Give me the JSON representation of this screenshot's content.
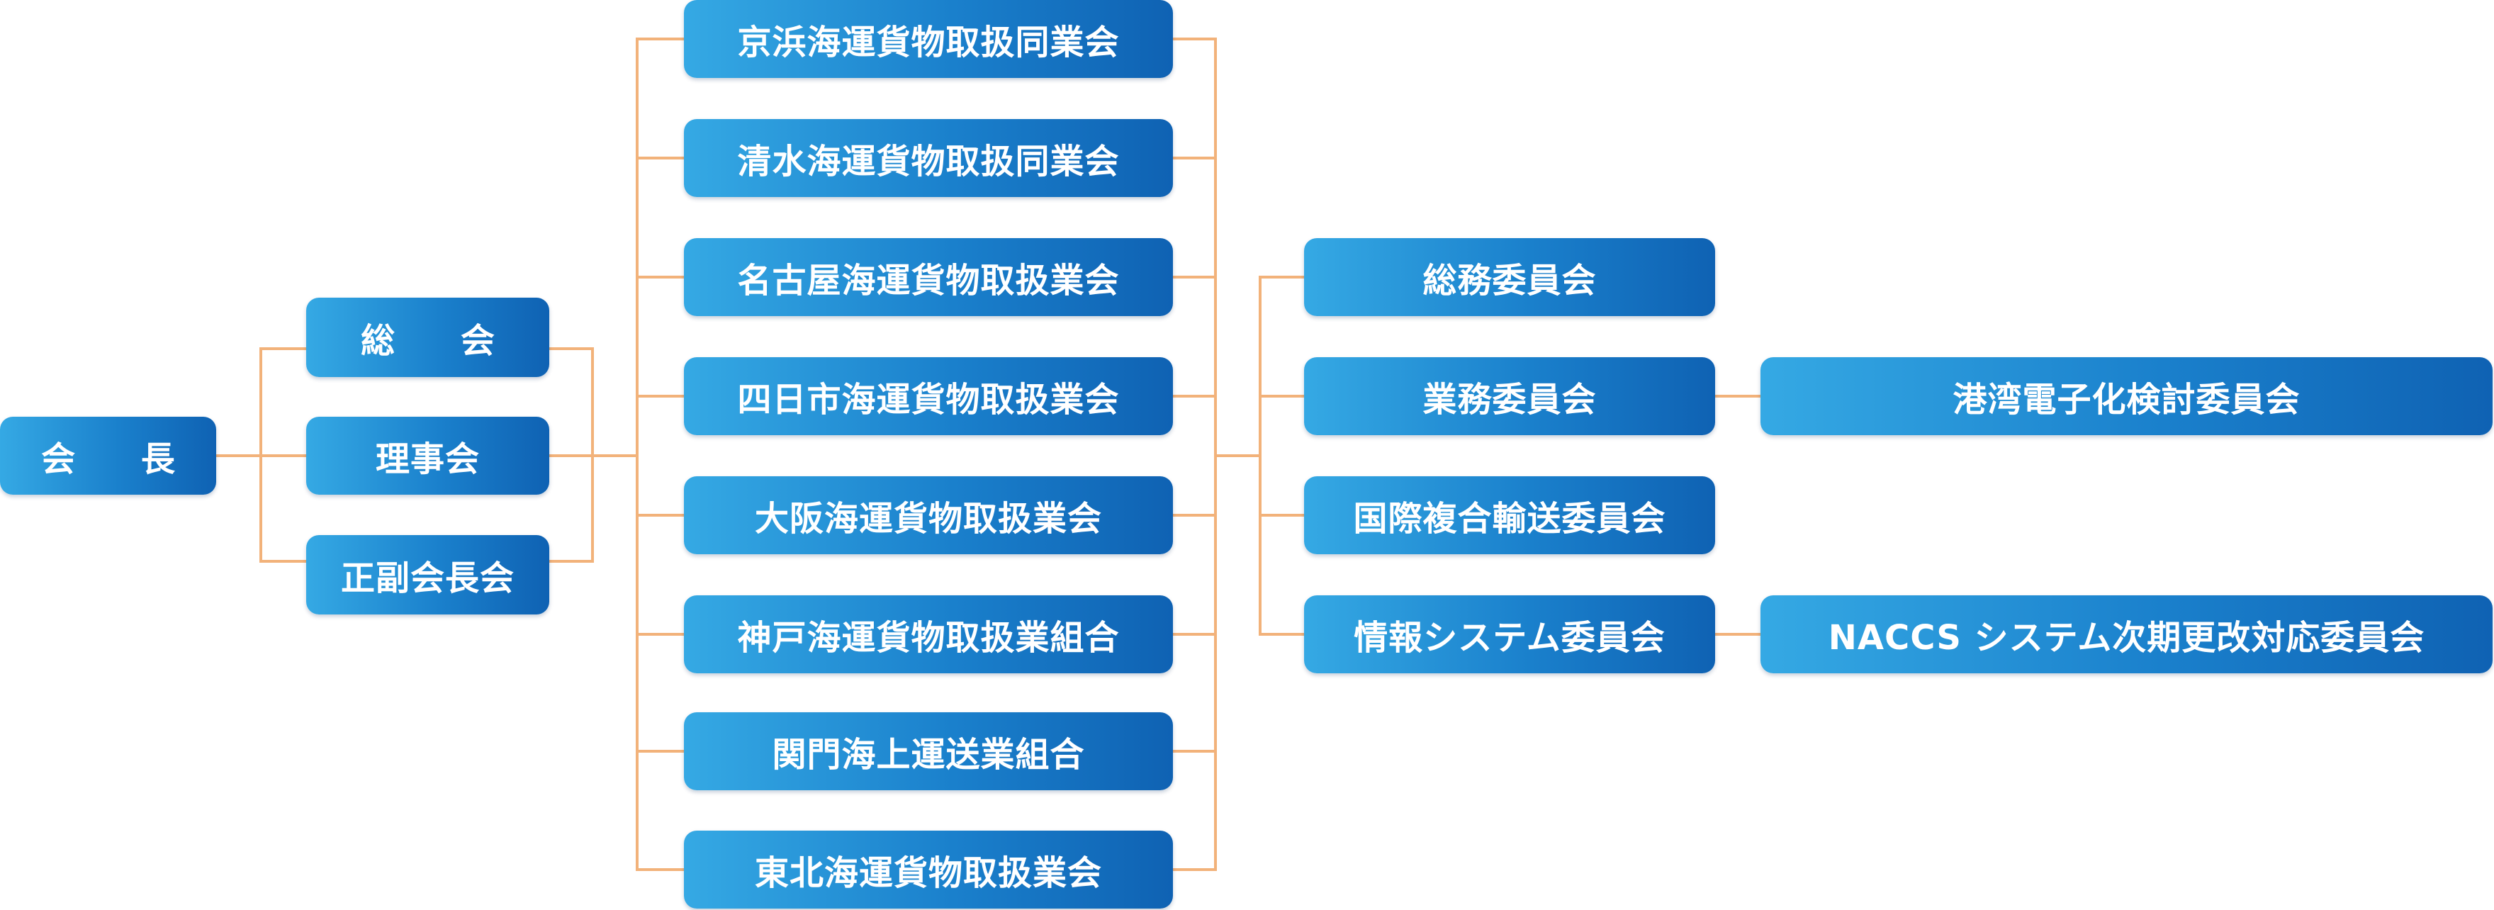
{
  "chairman": "会 長",
  "governance": [
    "総 会",
    "理事会",
    "正副会長会"
  ],
  "member_associations": [
    "京浜海運貨物取扱同業会",
    "清水海運貨物取扱同業会",
    "名古屋海運貨物取扱業会",
    "四日市海運貨物取扱業会",
    "大阪海運貨物取扱業会",
    "神戸海運貨物取扱業組合",
    "関門海上運送業組合",
    "東北海運貨物取扱業会"
  ],
  "committees": [
    "総務委員会",
    "業務委員会",
    "国際複合輸送委員会",
    "情報システム委員会"
  ],
  "subcommittees": {
    "business": "港湾電子化検討委員会",
    "information_systems": "NACCS システム次期更改対応委員会"
  },
  "colors": {
    "connector": "#f2b27a",
    "box_light": "#35a9e4",
    "box_dark": "#0f62b3",
    "text": "#ffffff"
  }
}
